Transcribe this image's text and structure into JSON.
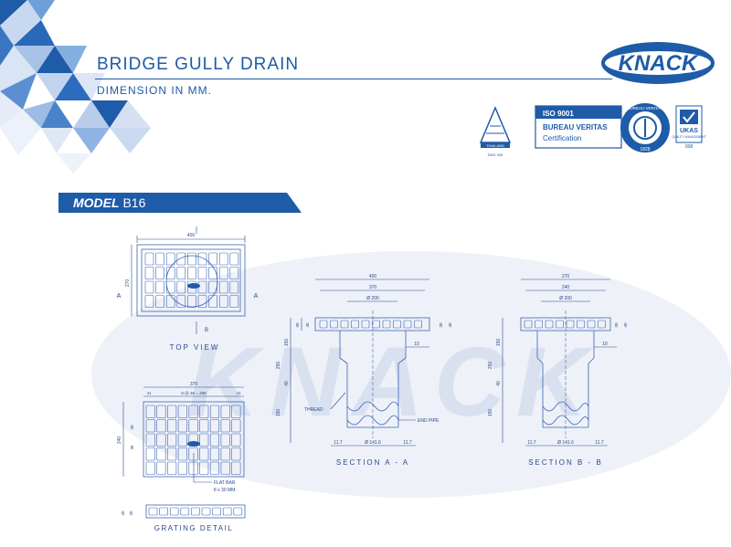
{
  "header": {
    "title": "BRIDGE GULLY DRAIN",
    "subtitle": "DIMENSION IN MM."
  },
  "brand": {
    "logo_text": "KNACK",
    "watermark_text": "KNACK",
    "colors": {
      "primary": "#1e5ba8",
      "watermark": "#e6ebf5",
      "line": "#2a4a8c"
    }
  },
  "certifications": {
    "iso_line1": "ISO 9001",
    "iso_line2": "BUREAU VERITAS",
    "iso_line3": "Certification",
    "bv_seal_top": "BUREAU VERITAS",
    "bv_seal_year": "1828",
    "ukas_label": "UKAS",
    "ukas_sub": "QUALITY MANAGEMENT",
    "ukas_num": "008",
    "thai_label": "THAILAND",
    "thai_sub": "DMS 996",
    "icons": [
      "thai-standard-icon",
      "bureau-veritas-seal-icon",
      "ukas-crown-icon"
    ]
  },
  "model": {
    "label": "MODEL",
    "code": "B16"
  },
  "top_view": {
    "caption": "TOP VIEW",
    "dim_width": "400",
    "dim_height": "270",
    "section_a": "A",
    "section_b": "B"
  },
  "grating_plan": {
    "dim_width": "370",
    "dim_spacing": "8 @ 36 = 288",
    "dim_edge_left": "41",
    "dim_edge_right": "41",
    "dim_height": "240",
    "dim_inner_1": "30",
    "dim_inner_2": "36",
    "flat_bar_label": "FLAT BAR",
    "flat_bar_size": "8 x 30 MM."
  },
  "grating_detail": {
    "caption": "GRATING DETAIL",
    "dim_1": "40",
    "dim_2": "30"
  },
  "section_aa": {
    "caption": "SECTION A - A",
    "dim_outer": "400",
    "dim_inner": "370",
    "dim_pipe": "Ø 200",
    "dim_top_1": "30",
    "dim_top_2": "40",
    "dim_right_1": "30",
    "dim_right_2": "40",
    "dim_wall": "10",
    "dim_h1": "150",
    "dim_h2": "250",
    "dim_h3": "40",
    "dim_h4": "150",
    "thread_label": "THREAD",
    "end_pipe_label": "END PIPE",
    "dim_bottom_left": "11.7",
    "dim_bottom_pipe": "Ø 141.6",
    "dim_bottom_right": "11.7"
  },
  "section_bb": {
    "caption": "SECTION B - B",
    "dim_outer": "270",
    "dim_inner": "240",
    "dim_pipe": "Ø 200",
    "dim_right_1": "30",
    "dim_right_2": "40",
    "dim_wall": "10",
    "dim_h1": "150",
    "dim_h2": "250",
    "dim_h3": "40",
    "dim_h4": "150",
    "dim_bottom_left": "11.7",
    "dim_bottom_pipe": "Ø 141.6",
    "dim_bottom_right": "11.7"
  }
}
